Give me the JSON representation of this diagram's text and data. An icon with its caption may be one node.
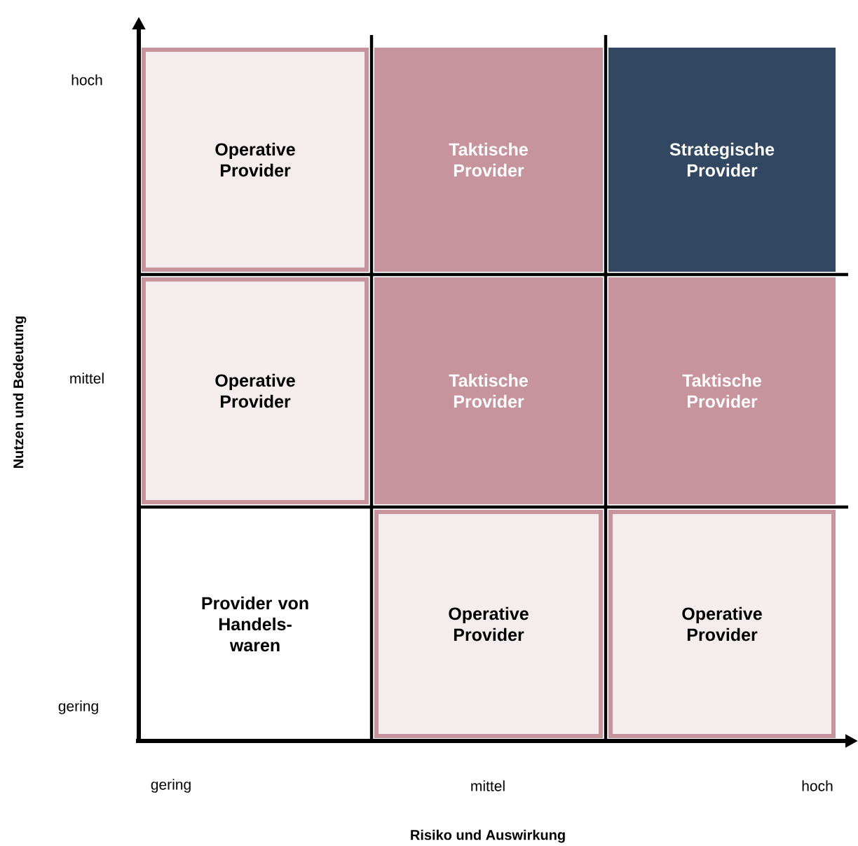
{
  "diagram": {
    "nodes": [
      {
        "text": [
          "Operative Provider"
        ]
      },
      {
        "text": [
          "Taktische Provider"
        ]
      },
      {
        "text": [
          "Strategische Provider"
        ]
      },
      {
        "text": [
          "Operative Provider"
        ]
      },
      {
        "text": [
          "Taktische Provider"
        ]
      },
      {
        "text": [
          "Taktische Provider"
        ]
      },
      {
        "text": [
          "Provider von Handels-waren"
        ]
      },
      {
        "text": [
          "Operative Provider"
        ]
      },
      {
        "text": [
          "Operative Provider"
        ]
      }
    ],
    "labels": [
      "hoch",
      "mittel",
      "gering",
      "Nutzen und Bedeutung",
      "gering",
      "mittel",
      "hoch",
      "Risiko und Auswirkung"
    ]
  }
}
